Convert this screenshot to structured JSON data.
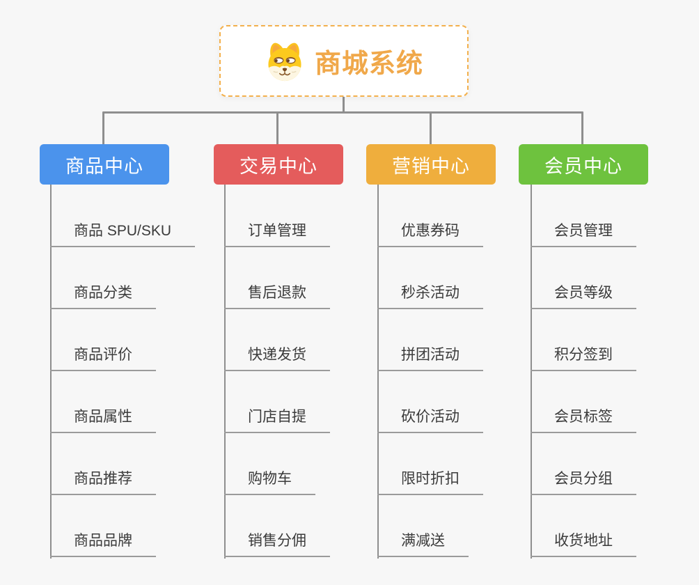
{
  "app": {
    "type": "mindmap",
    "background_color": "#f7f7f7",
    "connector_color": "#8e8e8e",
    "leaf_underline_color": "#9b9b9b",
    "leaf_text_color": "#3b3b3b"
  },
  "root": {
    "title": "商城系统",
    "icon": "shiba-dog-icon",
    "border_color": "#f3b04c",
    "title_color": "#f0a84a",
    "background": "#ffffff"
  },
  "branches": [
    {
      "label": "商品中心",
      "color": "#4b93ec",
      "children": [
        "商品 SPU/SKU",
        "商品分类",
        "商品评价",
        "商品属性",
        "商品推荐",
        "商品品牌"
      ]
    },
    {
      "label": "交易中心",
      "color": "#e45c5c",
      "children": [
        "订单管理",
        "售后退款",
        "快递发货",
        "门店自提",
        "购物车",
        "销售分佣"
      ]
    },
    {
      "label": "营销中心",
      "color": "#efae3d",
      "children": [
        "优惠券码",
        "秒杀活动",
        "拼团活动",
        "砍价活动",
        "限时折扣",
        "满减送"
      ]
    },
    {
      "label": "会员中心",
      "color": "#6ec23e",
      "children": [
        "会员管理",
        "会员等级",
        "积分签到",
        "会员标签",
        "会员分组",
        "收货地址"
      ]
    }
  ]
}
